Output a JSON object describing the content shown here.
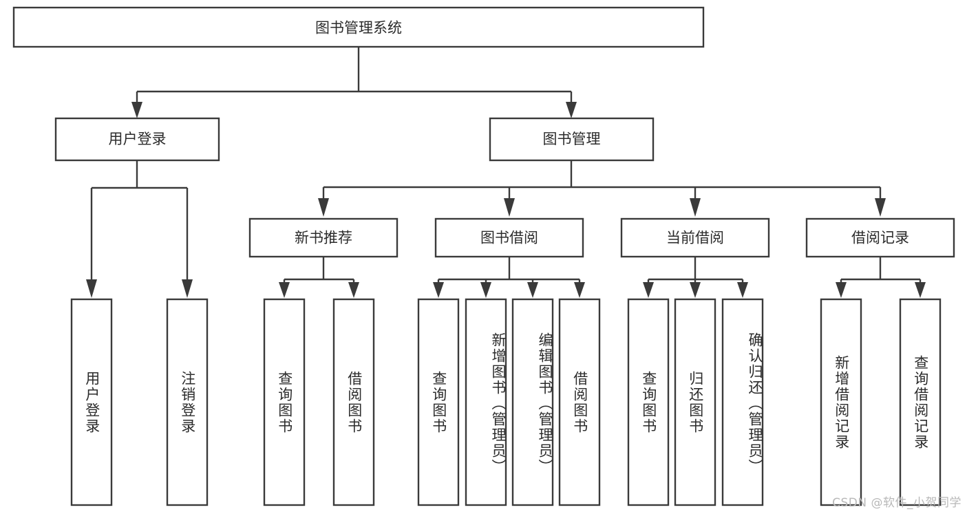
{
  "diagram": {
    "type": "tree",
    "title": "图书管理系统",
    "orientation": "top-down",
    "watermark": "CSDN @软件_小贺同学",
    "colors": {
      "stroke": "#3a3a3a",
      "box_fill": "#ffffff",
      "text": "#2b2b2b",
      "background": "#ffffff",
      "watermark": "#b8b8b8"
    },
    "root": {
      "id": "root",
      "label": "图书管理系统"
    },
    "level2": [
      {
        "id": "user-login",
        "label": "用户登录"
      },
      {
        "id": "book-manage",
        "label": "图书管理"
      }
    ],
    "level3": [
      {
        "id": "new-book-recommend",
        "label": "新书推荐",
        "parent": "book-manage"
      },
      {
        "id": "book-borrow",
        "label": "图书借阅",
        "parent": "book-manage"
      },
      {
        "id": "current-borrow",
        "label": "当前借阅",
        "parent": "book-manage"
      },
      {
        "id": "borrow-record",
        "label": "借阅记录",
        "parent": "book-manage"
      }
    ],
    "leaves": [
      {
        "id": "leaf-user-login",
        "label": "用户登录",
        "parent": "user-login"
      },
      {
        "id": "leaf-user-logout",
        "label": "注销登录",
        "parent": "user-login"
      },
      {
        "id": "leaf-query-book-1",
        "label": "查询图书",
        "parent": "new-book-recommend"
      },
      {
        "id": "leaf-borrow-book-1",
        "label": "借阅图书",
        "parent": "new-book-recommend"
      },
      {
        "id": "leaf-query-book-2",
        "label": "查询图书",
        "parent": "book-borrow"
      },
      {
        "id": "leaf-add-book",
        "label": "新增图书（管理员）",
        "parent": "book-borrow"
      },
      {
        "id": "leaf-edit-book",
        "label": "编辑图书（管理员）",
        "parent": "book-borrow"
      },
      {
        "id": "leaf-borrow-book-2",
        "label": "借阅图书",
        "parent": "book-borrow"
      },
      {
        "id": "leaf-query-book-3",
        "label": "查询图书",
        "parent": "current-borrow"
      },
      {
        "id": "leaf-return-book",
        "label": "归还图书",
        "parent": "current-borrow"
      },
      {
        "id": "leaf-confirm-return",
        "label": "确认归还（管理员）",
        "parent": "current-borrow"
      },
      {
        "id": "leaf-add-record",
        "label": "新增借阅记录",
        "parent": "borrow-record"
      },
      {
        "id": "leaf-query-record",
        "label": "查询借阅记录",
        "parent": "borrow-record"
      }
    ]
  }
}
